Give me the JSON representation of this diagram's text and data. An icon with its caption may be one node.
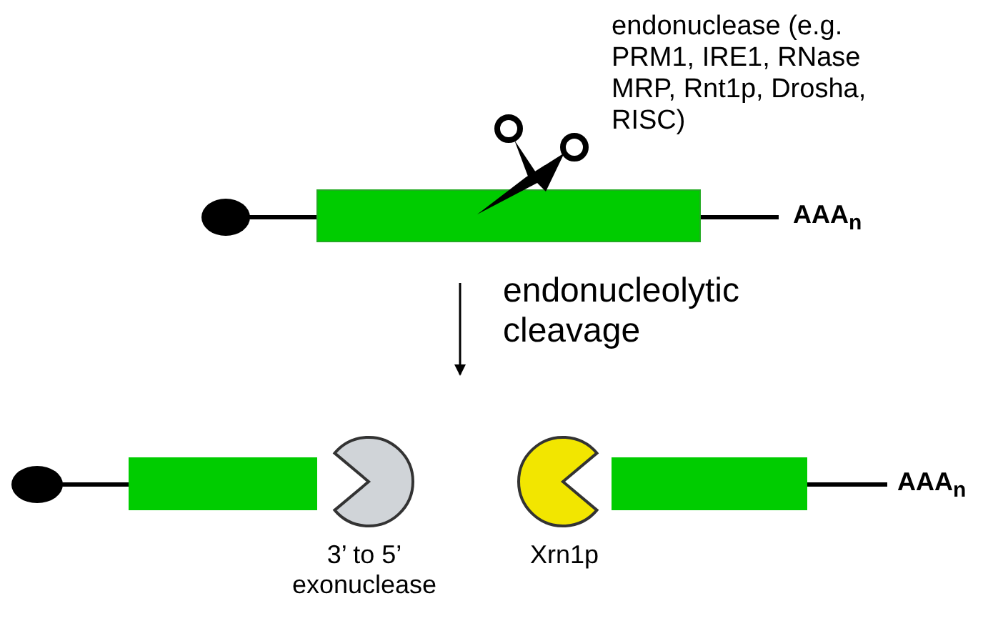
{
  "diagram": {
    "labels": [
      "endonuclease (e.g. PRM1, IRE1, RNase MRP, Rnt1p, Drosha, RISC)",
      "AAA$_{n}$",
      "endonucleolytic cleavage",
      "AAA$_{n}$",
      "3’ to 5’ exonuclease",
      "Xrn1p"
    ]
  }
}
